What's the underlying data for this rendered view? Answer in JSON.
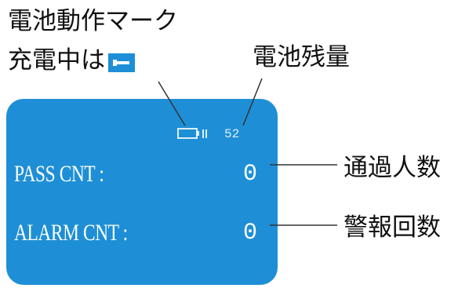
{
  "callouts": {
    "battery_mark": "電池動作マーク",
    "charging": "充電中は",
    "battery_remaining": "電池残量",
    "pass_count": "通過人数",
    "alarm_count": "警報回数"
  },
  "display": {
    "pass_label": "PASS CNT :",
    "pass_value": "0",
    "alarm_label": "ALARM CNT :",
    "alarm_value": "0",
    "battery_level": "52"
  },
  "icons": {
    "charging": "charging-plug-icon",
    "battery_mark": "battery-icon"
  },
  "colors": {
    "lcd_background": "#1e8fd6",
    "lcd_text": "#ffffff",
    "callout_text": "#111111",
    "leader_line": "#333333"
  }
}
